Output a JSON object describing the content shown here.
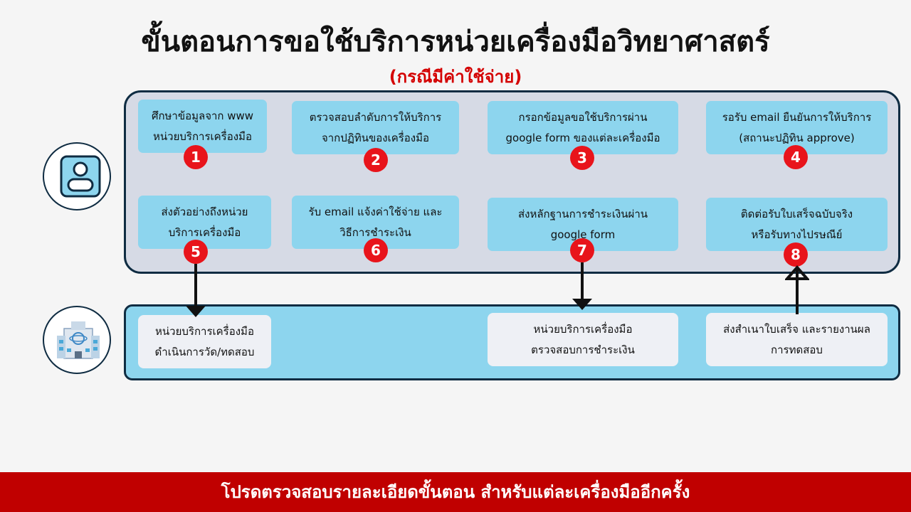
{
  "title": "ขั้นตอนการขอใช้บริการหน่วยเครื่องมือวิทยาศาสตร์",
  "subtitle": "(กรณีมีค่าใช้จ่าย)",
  "icons": {
    "user": "user-profile-icon",
    "lab": "science-building-icon"
  },
  "colors": {
    "panel_user": "#d6dae5",
    "panel_lab": "#8dd5ee",
    "step_box": "#8dd5ee",
    "badge": "#e8141b",
    "border": "#0f2c42",
    "footer": "#c00000"
  },
  "steps": [
    {
      "number": "1",
      "line1": "ศึกษาข้อมูลจาก www",
      "line2": "หน่วยบริการเครื่องมือ"
    },
    {
      "number": "2",
      "line1": "ตรวจสอบลำดับการให้บริการ",
      "line2": "จากปฏิทินของเครื่องมือ"
    },
    {
      "number": "3",
      "line1": "กรอกข้อมูลขอใช้บริการผ่าน",
      "line2": "google form ของแต่ละเครื่องมือ"
    },
    {
      "number": "4",
      "line1": "รอรับ email ยืนยันการให้บริการ",
      "line2": "(สถานะปฏิทิน approve)"
    },
    {
      "number": "5",
      "line1": "ส่งตัวอย่างถึงหน่วย",
      "line2": "บริการเครื่องมือ"
    },
    {
      "number": "6",
      "line1": "รับ email แจ้งค่าใช้จ่าย และ",
      "line2": "วิธีการชำระเงิน"
    },
    {
      "number": "7",
      "line1": "ส่งหลักฐานการชำระเงินผ่าน",
      "line2": "google form"
    },
    {
      "number": "8",
      "line1": "ติดต่อรับใบเสร็จฉบับจริง",
      "line2": "หรือรับทางไปรษณีย์"
    }
  ],
  "lab_steps": [
    {
      "line1": "หน่วยบริการเครื่องมือ",
      "line2": "ดำเนินการวัด/ทดสอบ"
    },
    {
      "line1": "หน่วยบริการเครื่องมือ",
      "line2": "ตรวจสอบการชำระเงิน"
    },
    {
      "line1": "ส่งสำเนาใบเสร็จ และรายงานผล",
      "line2": "การทดสอบ"
    }
  ],
  "footer": "โปรดตรวจสอบรายละเอียดขั้นตอน สำหรับแต่ละเครื่องมืออีกครั้ง"
}
